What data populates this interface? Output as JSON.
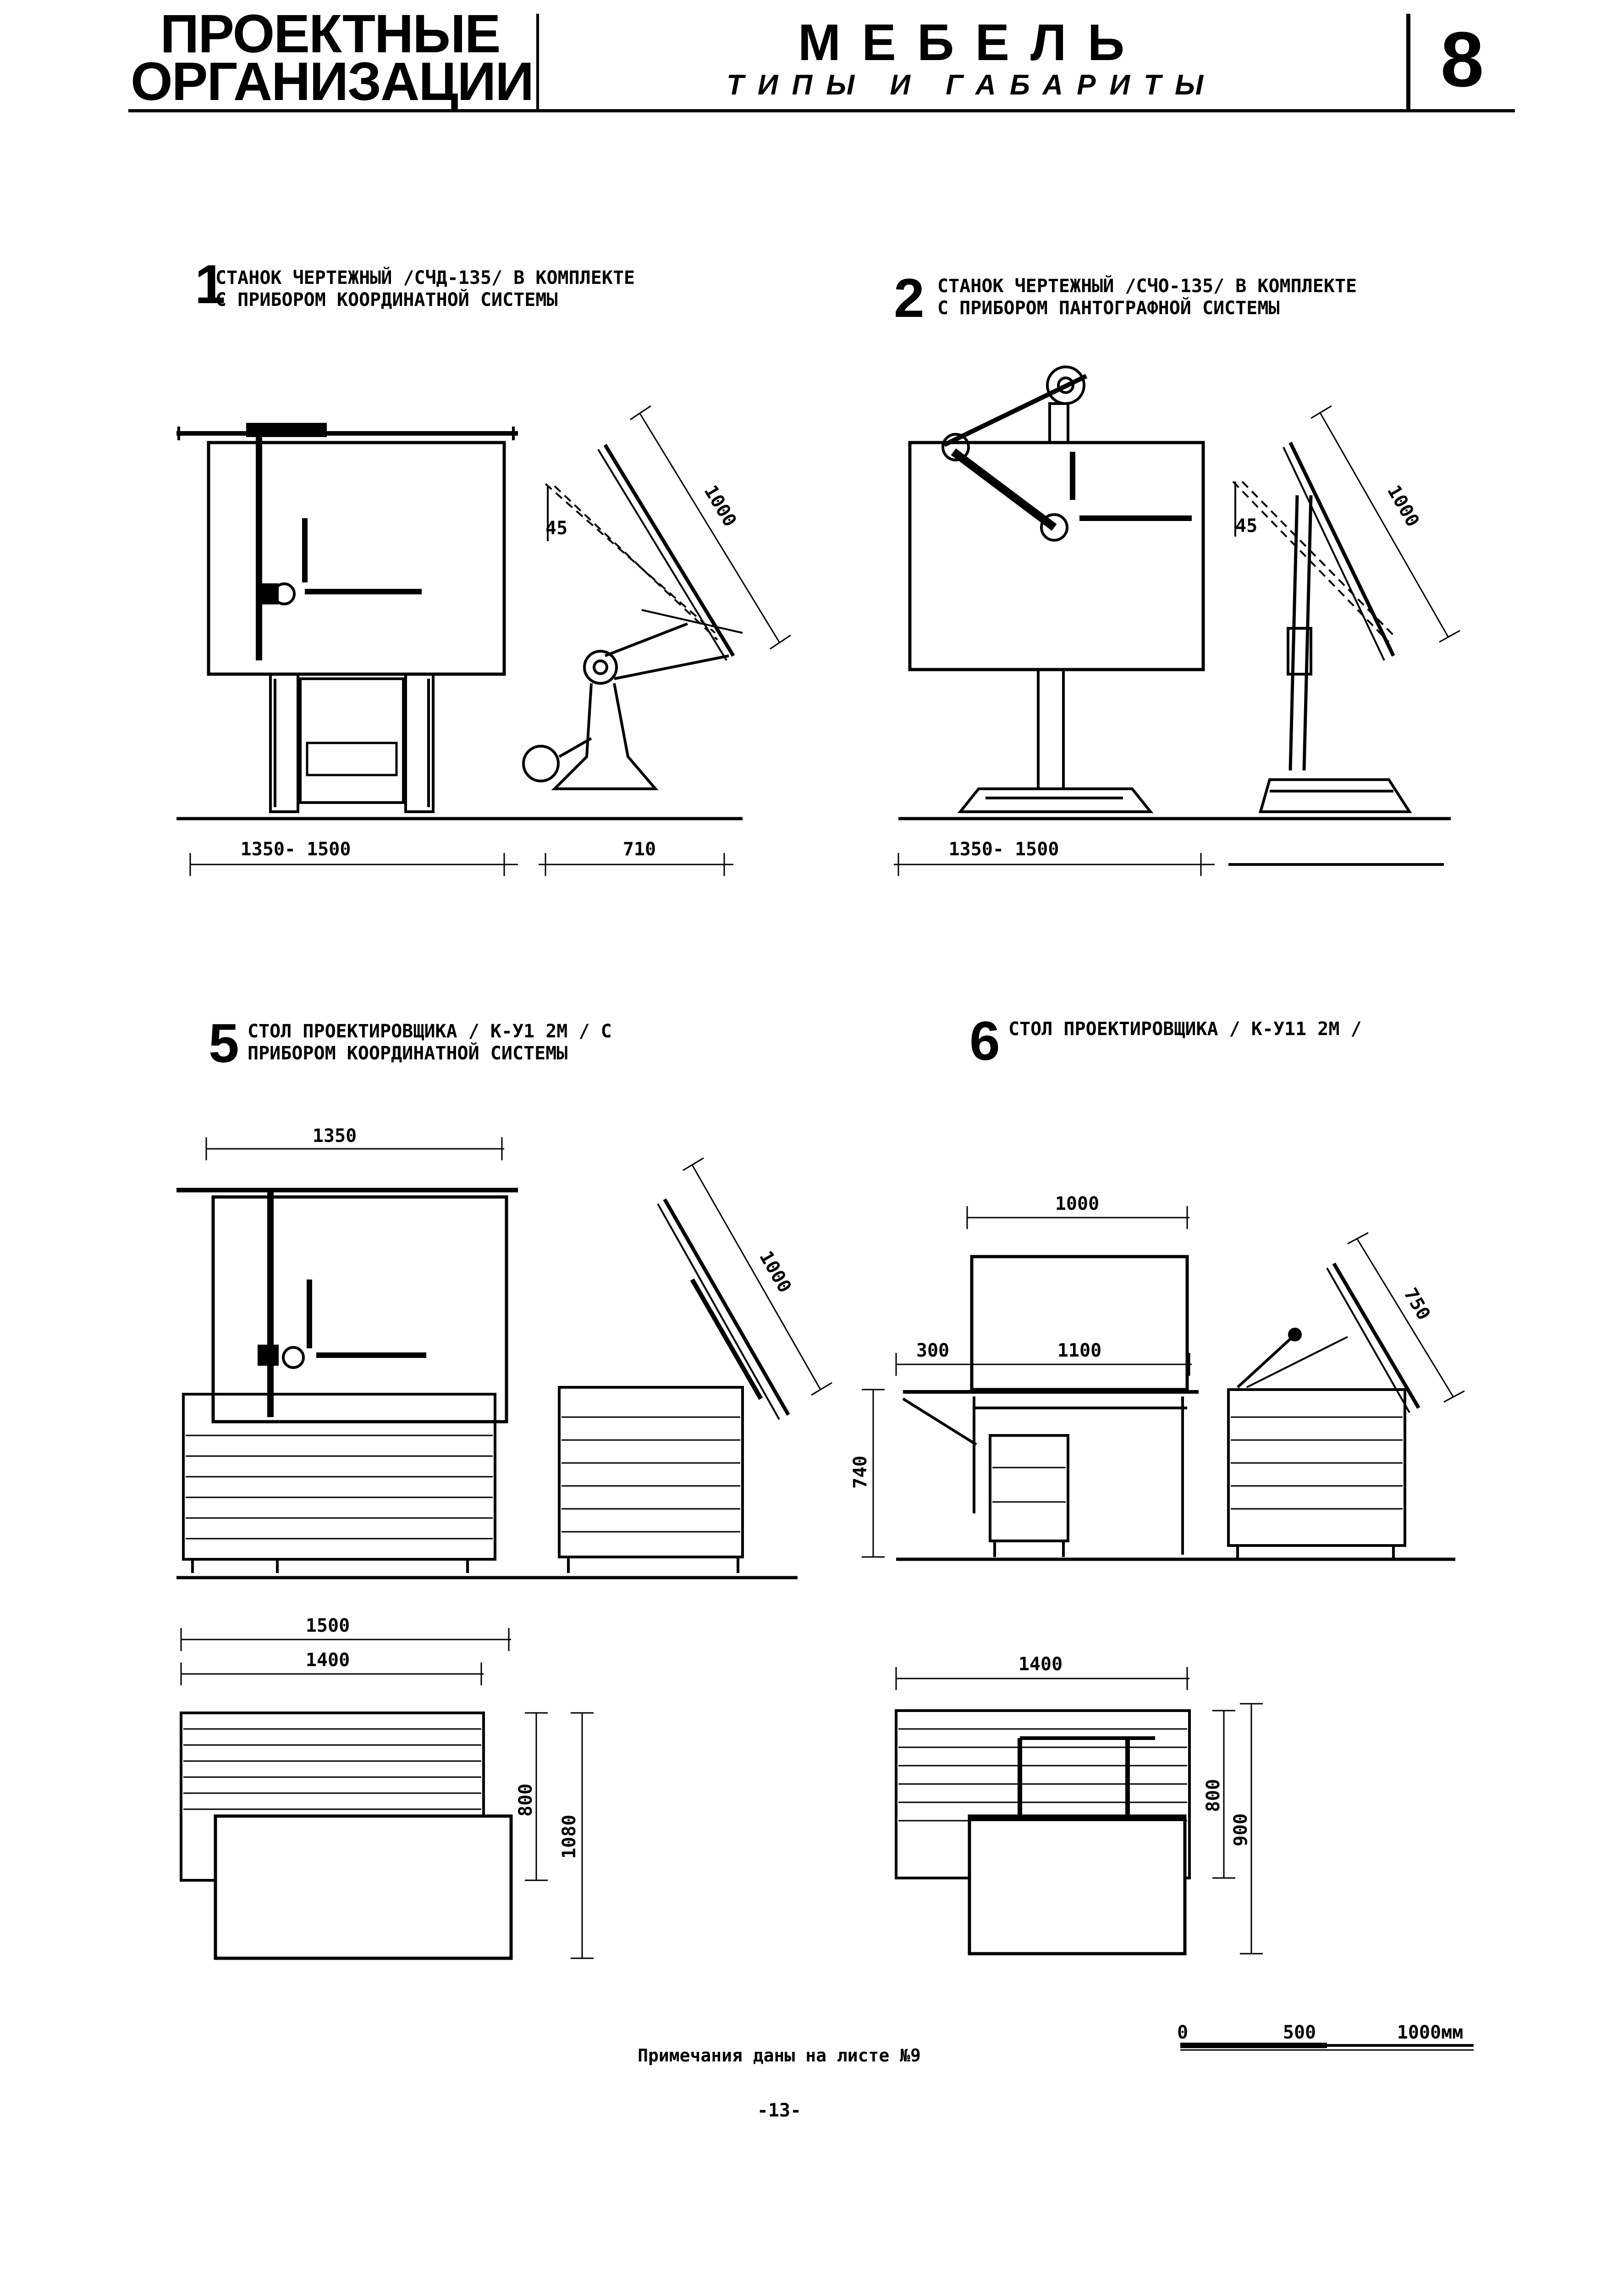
{
  "header": {
    "org_line1": "ПРОЕКТНЫЕ",
    "org_line2": "ОРГАНИЗАЦИИ",
    "title": "МЕБЕЛЬ",
    "subtitle": "ТИПЫ И ГАБАРИТЫ",
    "sheet_number": "8"
  },
  "figures": [
    {
      "number": "1",
      "caption_line1": "СТАНОК ЧЕРТЕЖНЫЙ /СЧД-135/ В КОМПЛЕКТЕ",
      "caption_line2": "С ПРИБОРОМ КООРДИНАТНОЙ СИСТЕМЫ",
      "dims": {
        "width": "1350- 1500",
        "depth": "710",
        "board": "1000",
        "angle": "45"
      }
    },
    {
      "number": "2",
      "caption_line1": "СТАНОК ЧЕРТЕЖНЫЙ /СЧО-135/ В КОМПЛЕКТЕ",
      "caption_line2": "С ПРИБОРОМ ПАНТОГРАФНОЙ СИСТЕМЫ",
      "dims": {
        "width": "1350- 1500",
        "board": "1000",
        "angle": "45"
      }
    },
    {
      "number": "5",
      "caption_line1": "СТОЛ ПРОЕКТИРОВЩИКА / К-У1 2М / С",
      "caption_line2": "ПРИБОРОМ КООРДИНАТНОЙ СИСТЕМЫ",
      "dims": {
        "top_width": "1350",
        "board": "1000",
        "plan_outer": "1500",
        "plan_inner": "1400",
        "plan_depth1": "800",
        "plan_depth2": "1080"
      }
    },
    {
      "number": "6",
      "caption_line1": "СТОЛ ПРОЕКТИРОВЩИКА / К-У11 2М /",
      "caption_line2": "",
      "dims": {
        "board_width": "1000",
        "left_ext": "300",
        "table_width": "1100",
        "height": "740",
        "board": "750",
        "plan_width": "1400",
        "plan_depth1": "800",
        "plan_depth2": "900"
      }
    }
  ],
  "scale": {
    "zero": "0",
    "mid": "500",
    "end": "1000мм"
  },
  "footer": {
    "note": "Примечания даны на листе №9",
    "page": "-13-"
  }
}
